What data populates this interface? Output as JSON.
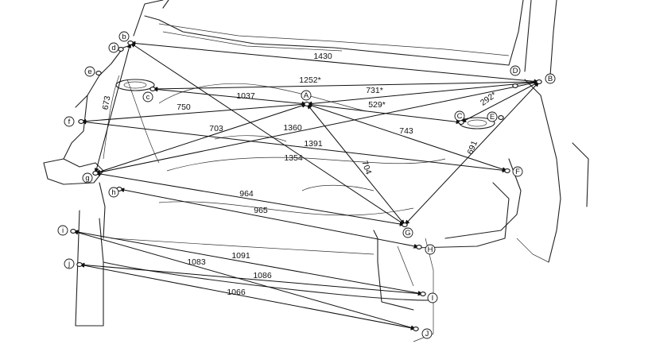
{
  "points": [
    {
      "id": "A",
      "label": "A"
    },
    {
      "id": "B",
      "label": "B"
    },
    {
      "id": "C",
      "label": "C"
    },
    {
      "id": "D",
      "label": "D"
    },
    {
      "id": "E",
      "label": "E"
    },
    {
      "id": "F",
      "label": "F"
    },
    {
      "id": "G",
      "label": "G"
    },
    {
      "id": "H",
      "label": "H"
    },
    {
      "id": "I",
      "label": "I"
    },
    {
      "id": "J",
      "label": "J"
    },
    {
      "id": "b",
      "label": "b"
    },
    {
      "id": "c",
      "label": "c"
    },
    {
      "id": "d",
      "label": "d"
    },
    {
      "id": "e",
      "label": "e"
    },
    {
      "id": "f",
      "label": "f"
    },
    {
      "id": "g",
      "label": "g"
    },
    {
      "id": "h",
      "label": "h"
    },
    {
      "id": "i",
      "label": "i"
    },
    {
      "id": "j",
      "label": "j"
    }
  ],
  "measurements": [
    {
      "id": "b-B",
      "value": "1430"
    },
    {
      "id": "c-B",
      "value": "1252*"
    },
    {
      "id": "A-B",
      "value": "731*"
    },
    {
      "id": "C-B",
      "value": "292*"
    },
    {
      "id": "A-C",
      "value": "529*"
    },
    {
      "id": "A-c",
      "value": "1037"
    },
    {
      "id": "A-f",
      "value": "750"
    },
    {
      "id": "A-g",
      "value": "703"
    },
    {
      "id": "B-g",
      "value": "1360"
    },
    {
      "id": "f-F",
      "value": "1391"
    },
    {
      "id": "b-G",
      "value": "1354"
    },
    {
      "id": "A-G",
      "value": "704"
    },
    {
      "id": "A-F",
      "value": "743"
    },
    {
      "id": "B-G",
      "value": "691"
    },
    {
      "id": "b-g",
      "value": "673"
    },
    {
      "id": "g-G",
      "value": "964"
    },
    {
      "id": "h-H",
      "value": "965"
    },
    {
      "id": "i-I",
      "value": "1091"
    },
    {
      "id": "i-J",
      "value": "1083"
    },
    {
      "id": "j-I",
      "value": "1086"
    },
    {
      "id": "j-J",
      "value": "1066"
    }
  ]
}
